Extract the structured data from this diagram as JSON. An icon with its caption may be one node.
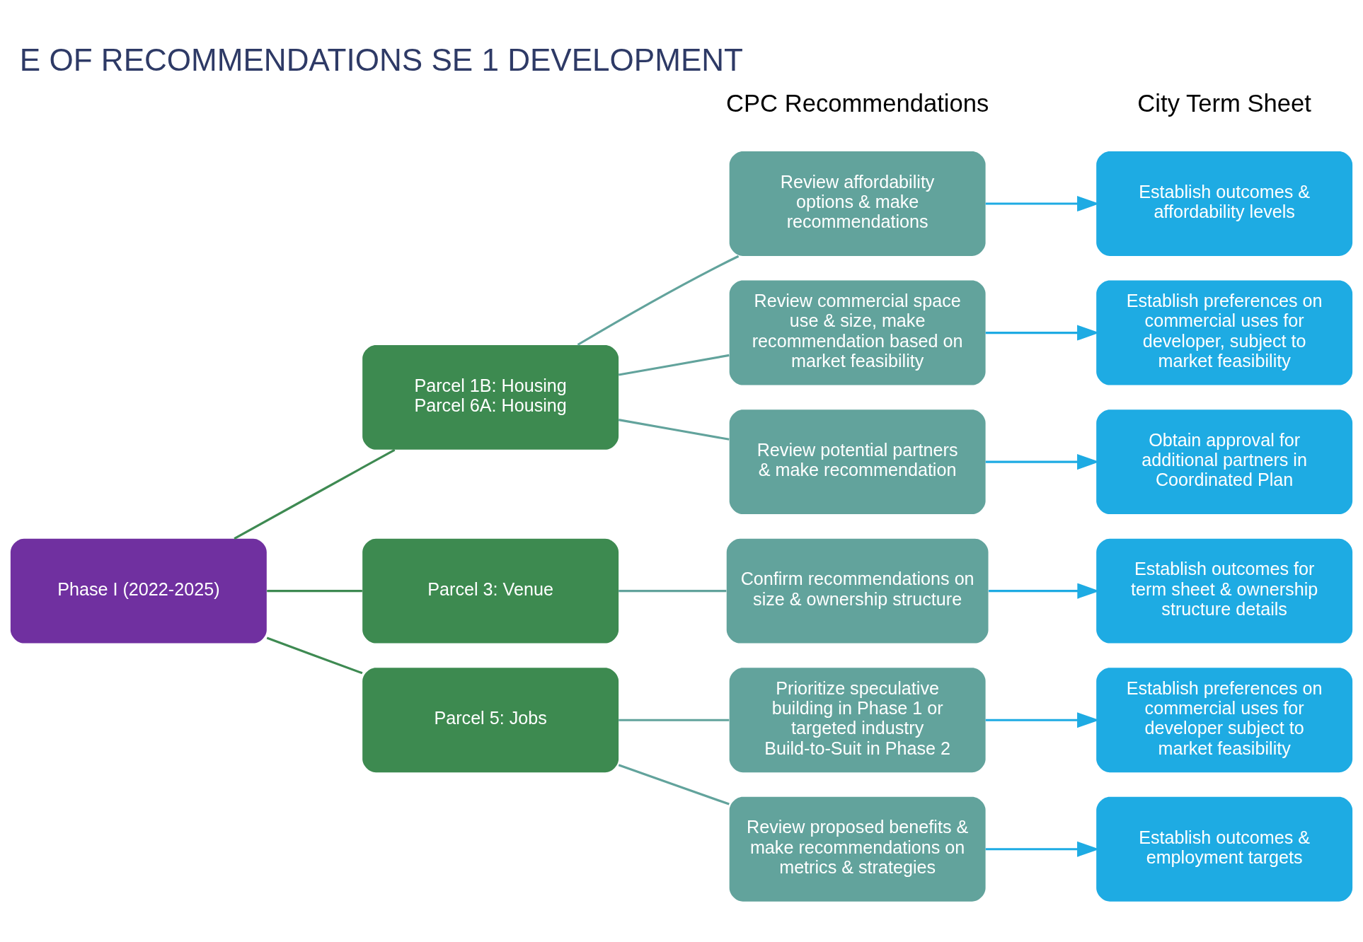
{
  "diagram": {
    "title": "E OF RECOMMENDATIONS SE 1 DEVELOPMENT",
    "nodes": [
      {
        "text": [
          "Phase I (2022-2025)"
        ]
      },
      {
        "text": [
          "Parcel 1B: Housing",
          "Parcel 6A: Housing"
        ]
      },
      {
        "text": [
          "Parcel 3: Venue"
        ]
      },
      {
        "text": [
          "Parcel 5: Jobs"
        ]
      },
      {
        "text": [
          "Review affordability options & make recommendations"
        ]
      },
      {
        "text": [
          "Review commercial space use & size, make recommendation based on market feasibility"
        ]
      },
      {
        "text": [
          "Review potential partners & make recommendation"
        ]
      },
      {
        "text": [
          "Confirm recommendations on size & ownership structure"
        ]
      },
      {
        "text": [
          "Prioritize speculative building in Phase 1 or targeted industry Build-to-Suit in Phase 2"
        ]
      },
      {
        "text": [
          "Review proposed benefits & make recommendations on metrics & strategies"
        ]
      },
      {
        "text": [
          "Establish outcomes & affordability levels"
        ]
      },
      {
        "text": [
          "Establish preferences on commercial uses for developer, subject to market feasibility"
        ]
      },
      {
        "text": [
          "Obtain approval for additional partners in Coordinated Plan"
        ]
      },
      {
        "text": [
          "Establish outcomes for term sheet & ownership structure details"
        ]
      },
      {
        "text": [
          "Establish preferences on commercial uses for developer subject to market feasibility"
        ]
      },
      {
        "text": [
          "Establish outcomes & employment targets"
        ]
      }
    ],
    "edges": [
      {
        "from": 0,
        "to": 1,
        "arrow": "none",
        "color": "#3e8a52"
      },
      {
        "from": 0,
        "to": 2,
        "arrow": "none",
        "color": "#3e8a52"
      },
      {
        "from": 0,
        "to": 3,
        "arrow": "none",
        "color": "#3e8a52"
      },
      {
        "from": 1,
        "to": 4,
        "arrow": "none",
        "color": "#62a39c"
      },
      {
        "from": 1,
        "to": 5,
        "arrow": "none",
        "color": "#62a39c"
      },
      {
        "from": 1,
        "to": 6,
        "arrow": "none",
        "color": "#62a39c"
      },
      {
        "from": 2,
        "to": 7,
        "arrow": "none",
        "color": "#62a39c"
      },
      {
        "from": 3,
        "to": 8,
        "arrow": "none",
        "color": "#62a39c"
      },
      {
        "from": 3,
        "to": 9,
        "arrow": "none",
        "color": "#62a39c"
      },
      {
        "from": 4,
        "to": 10,
        "arrow": "to",
        "color": "#1eabe3"
      },
      {
        "from": 5,
        "to": 11,
        "arrow": "to",
        "color": "#1eabe3"
      },
      {
        "from": 6,
        "to": 12,
        "arrow": "to",
        "color": "#1eabe3"
      },
      {
        "from": 7,
        "to": 13,
        "arrow": "to",
        "color": "#1eabe3"
      },
      {
        "from": 8,
        "to": 14,
        "arrow": "to",
        "color": "#1eabe3"
      },
      {
        "from": 9,
        "to": 15,
        "arrow": "to",
        "color": "#1eabe3"
      }
    ],
    "labels": [
      "CPC Recommendations",
      "City Term Sheet"
    ]
  }
}
